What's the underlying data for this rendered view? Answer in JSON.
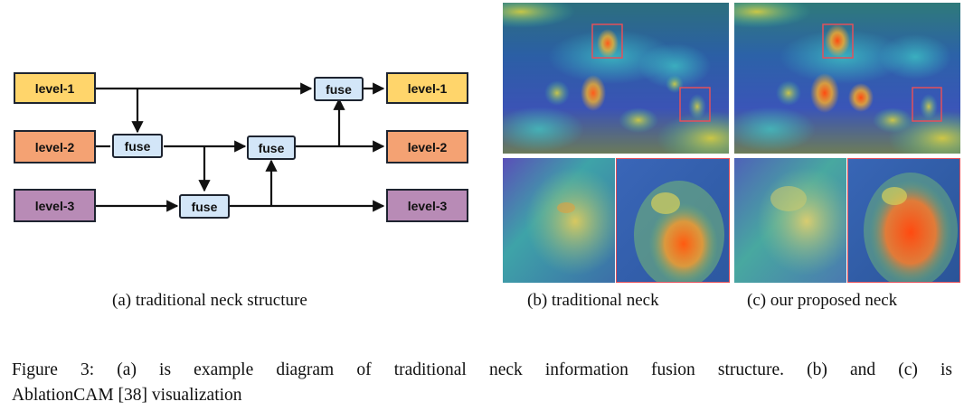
{
  "diagram": {
    "inputs": [
      "level-1",
      "level-2",
      "level-3"
    ],
    "outputs": [
      "level-1",
      "level-2",
      "level-3"
    ],
    "fuse_label": "fuse"
  },
  "colors": {
    "level1": "#ffd56b",
    "level2": "#f4a273",
    "level3": "#b88bb6",
    "fuse": "#d3e6f8",
    "highlight_box": "#e4505a"
  },
  "subcaptions": {
    "a": "(a) traditional neck structure",
    "b": "(b) traditional neck",
    "c": "(c) our proposed neck"
  },
  "caption": {
    "line1": "Figure 3: (a) is example diagram of traditional neck information fusion structure. (b) and (c) is",
    "line2": "AblationCAM [38] visualization"
  }
}
